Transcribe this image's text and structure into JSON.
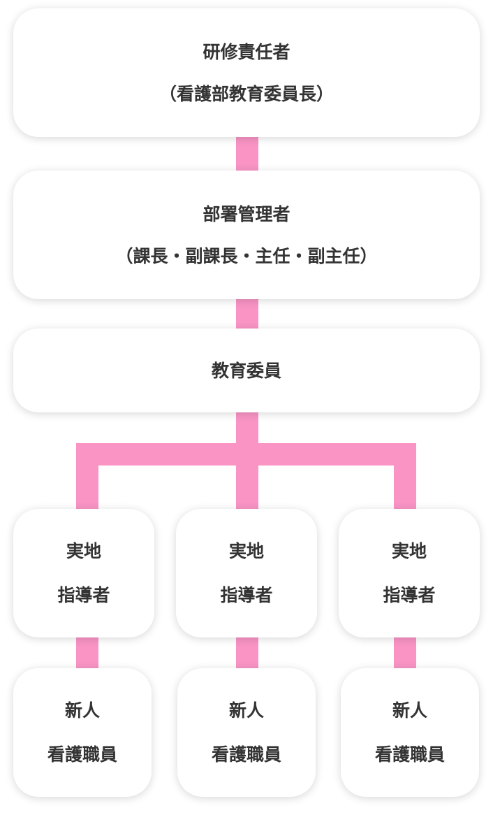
{
  "theme": {
    "connector_color": "#f994c5",
    "text_color": "#333333",
    "box_color": "#ffffff"
  },
  "nodes": {
    "training_manager": {
      "title": "研修責任者",
      "subtitle": "（看護部教育委員長）"
    },
    "department_manager": {
      "title": "部署管理者",
      "subtitle": "（課長・副課長・主任・副主任）"
    },
    "education_committee": {
      "title": "教育委員"
    },
    "field_instructors": [
      {
        "line1": "実地",
        "line2": "指導者"
      },
      {
        "line1": "実地",
        "line2": "指導者"
      },
      {
        "line1": "実地",
        "line2": "指導者"
      }
    ],
    "new_nurses": [
      {
        "line1": "新人",
        "line2": "看護職員"
      },
      {
        "line1": "新人",
        "line2": "看護職員"
      },
      {
        "line1": "新人",
        "line2": "看護職員"
      }
    ]
  }
}
